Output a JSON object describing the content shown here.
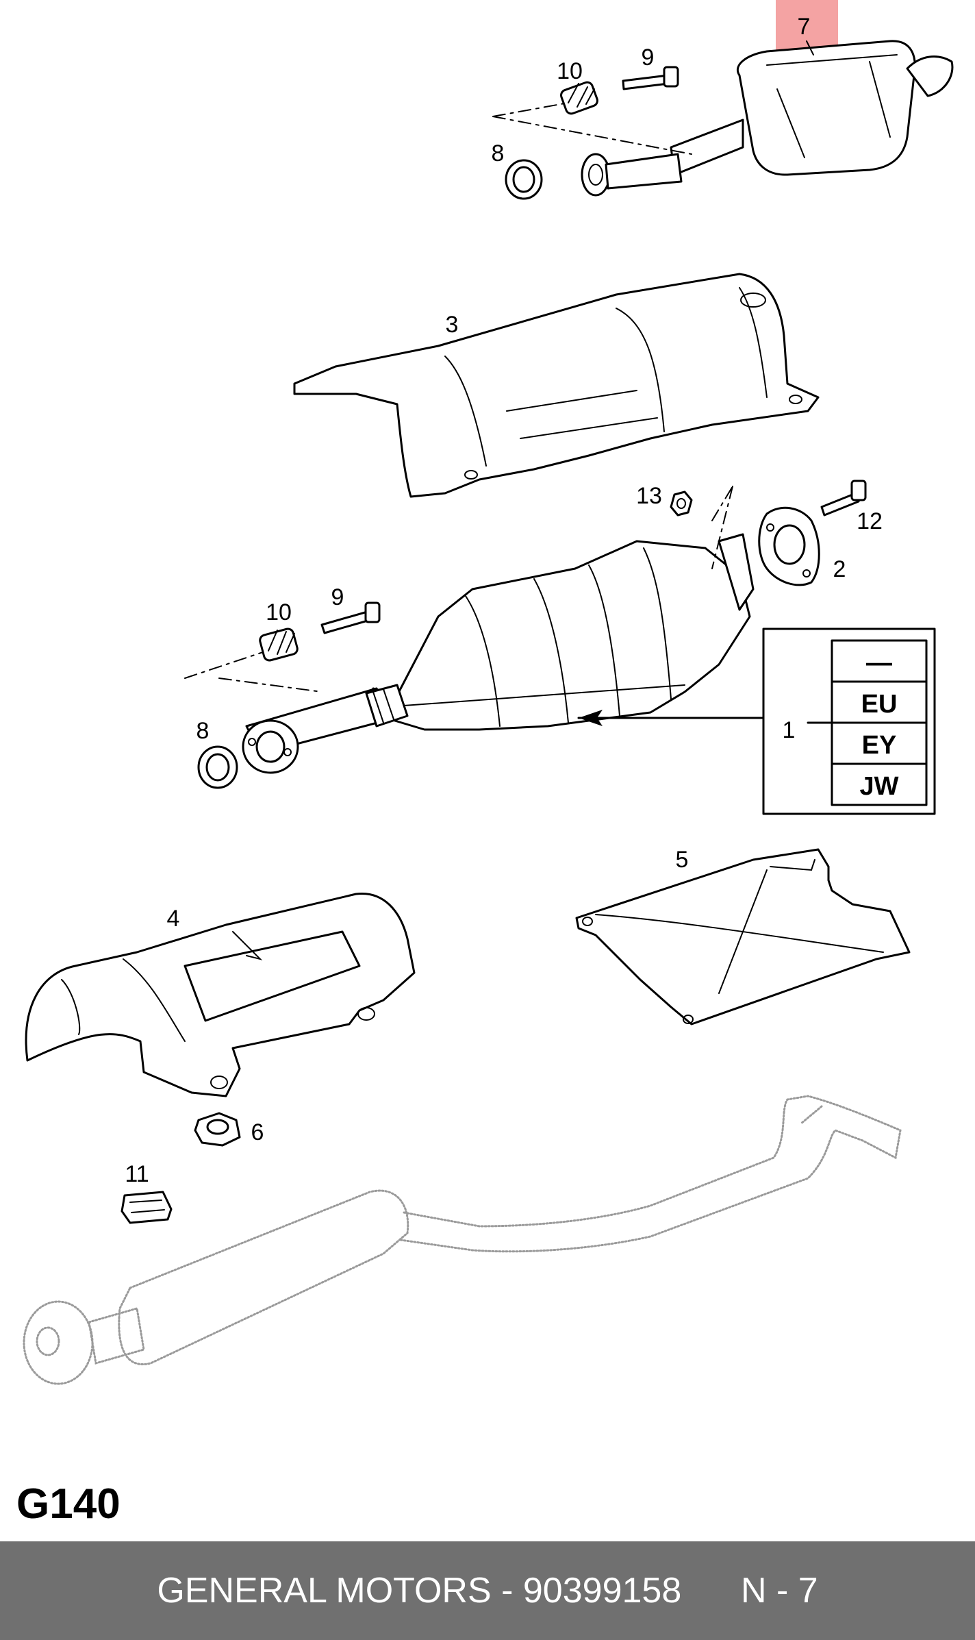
{
  "diagram": {
    "group_code": "G140",
    "highlight_color": "#f4a3a3",
    "callouts": {
      "p1": "1",
      "p2": "2",
      "p3": "3",
      "p4": "4",
      "p5": "5",
      "p6": "6",
      "p7": "7",
      "p8a": "8",
      "p8b": "8",
      "p9a": "9",
      "p9b": "9",
      "p10a": "10",
      "p10b": "10",
      "p11": "11",
      "p12": "12",
      "p13": "13"
    },
    "variant_table": [
      "—",
      "EU",
      "EY",
      "JW"
    ],
    "highlighted_part": "7"
  },
  "footer": {
    "brand": "GENERAL MOTORS",
    "separator": " - ",
    "part_number": "90399158",
    "page_ref": "N - 7",
    "bar_color": "#707070"
  }
}
